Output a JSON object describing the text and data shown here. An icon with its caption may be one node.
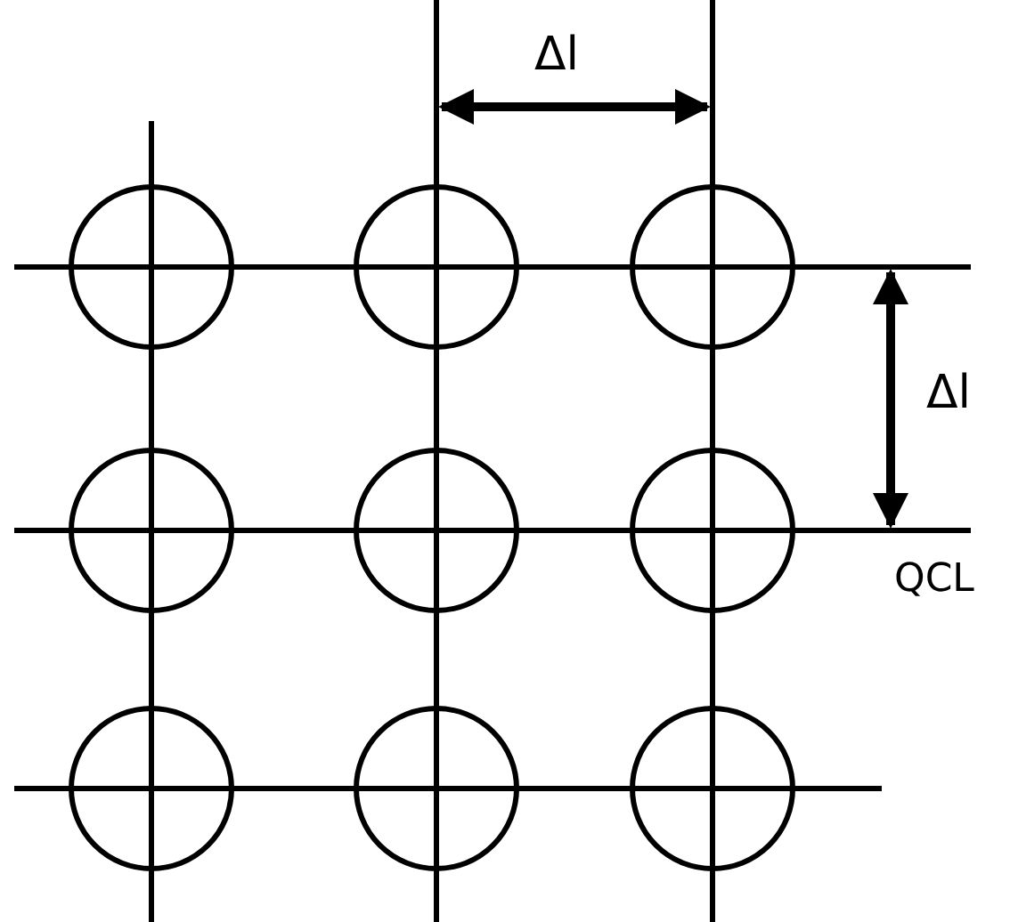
{
  "diagram": {
    "labels": [
      "Δl",
      "Δl",
      "QCL"
    ]
  }
}
